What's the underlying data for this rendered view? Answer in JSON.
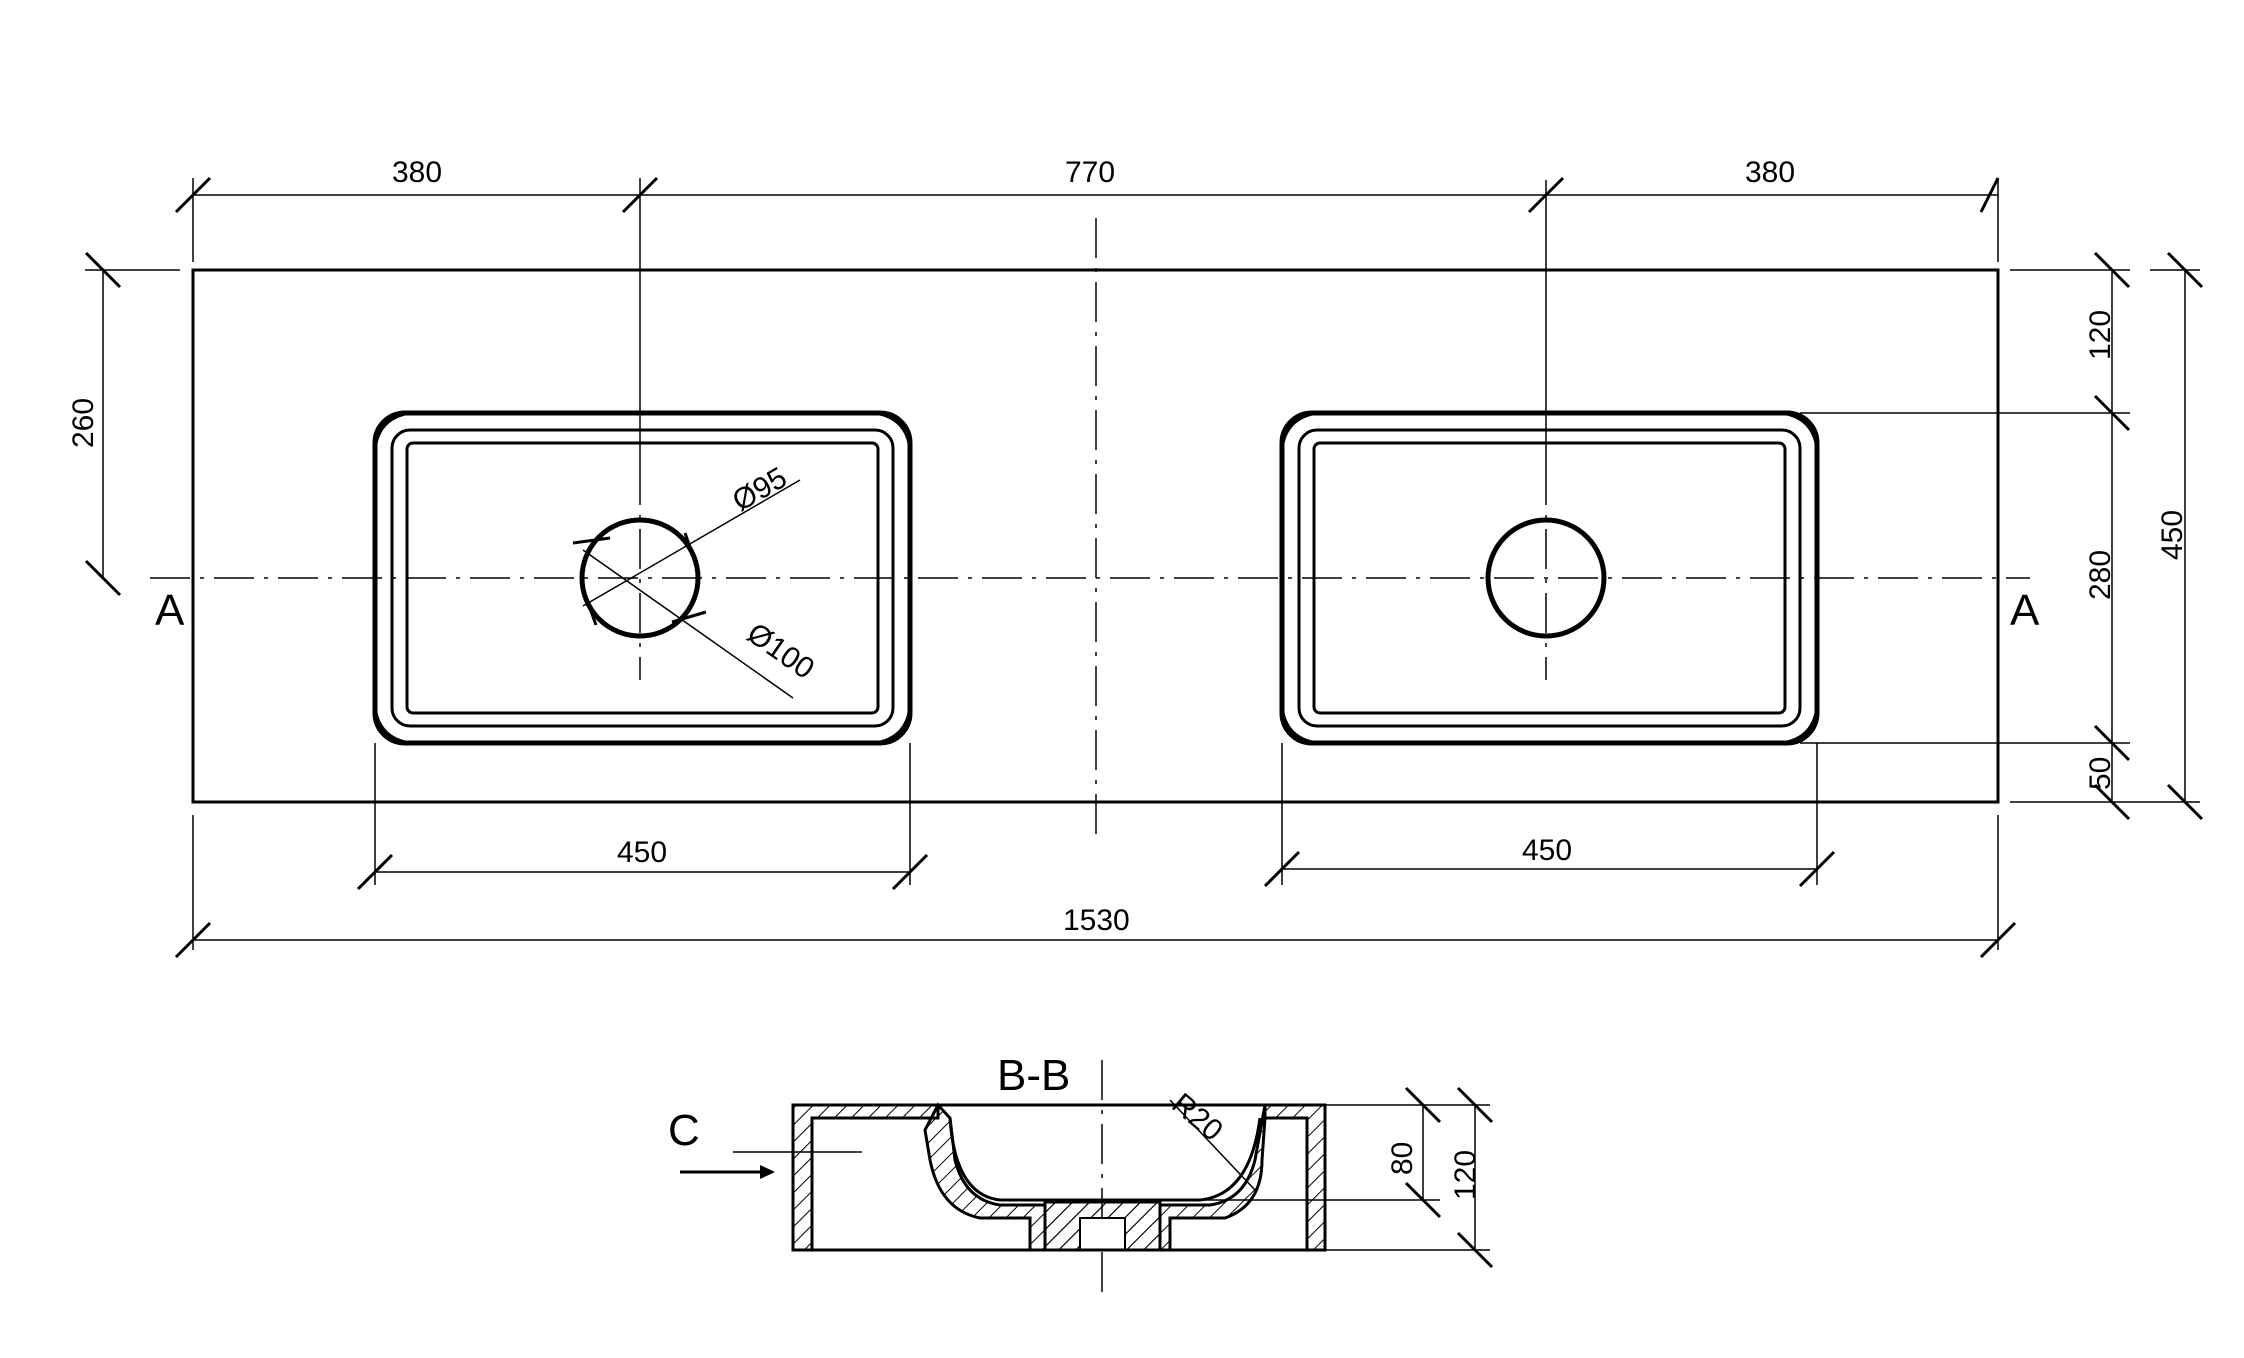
{
  "dimensions": {
    "top_left": "380",
    "top_center": "770",
    "top_right": "380",
    "left_height": "260",
    "right_top": "120",
    "right_mid": "280",
    "right_bottom": "50",
    "right_total": "450",
    "basin_left_width": "450",
    "basin_right_width": "450",
    "total_width": "1530",
    "drain_inner": "Ø95",
    "drain_outer": "Ø100",
    "section_depth": "80",
    "section_height": "120",
    "section_radius": "R20"
  },
  "labels": {
    "section_a_left": "A",
    "section_a_right": "A",
    "section_bb": "B-B",
    "view_c": "C"
  }
}
